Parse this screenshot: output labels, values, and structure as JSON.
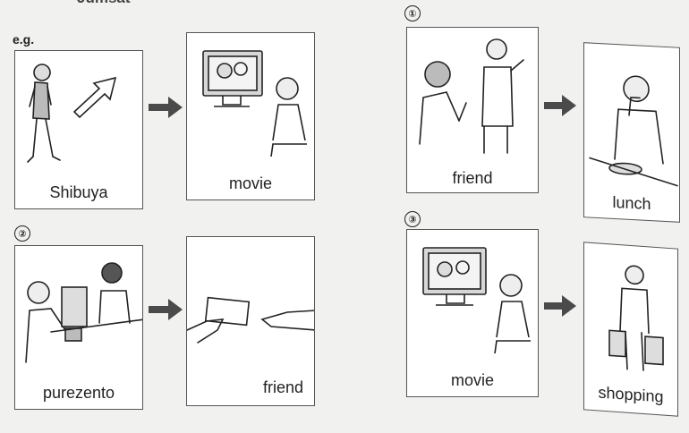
{
  "header": {
    "cut_off_text": "Jumsat"
  },
  "example": {
    "marker": "e.g.",
    "left_caption": "Shibuya",
    "right_caption": "movie"
  },
  "item1": {
    "number": "①",
    "left_caption": "friend",
    "right_caption": "lunch"
  },
  "item2": {
    "number": "②",
    "left_caption": "purezento",
    "right_caption": "friend"
  },
  "item3": {
    "number": "③",
    "left_caption": "movie",
    "right_caption": "shopping"
  },
  "colors": {
    "ink": "#222222",
    "arrow": "#4a4a4a",
    "paper": "#f1f1ef",
    "panel": "#ffffff"
  }
}
